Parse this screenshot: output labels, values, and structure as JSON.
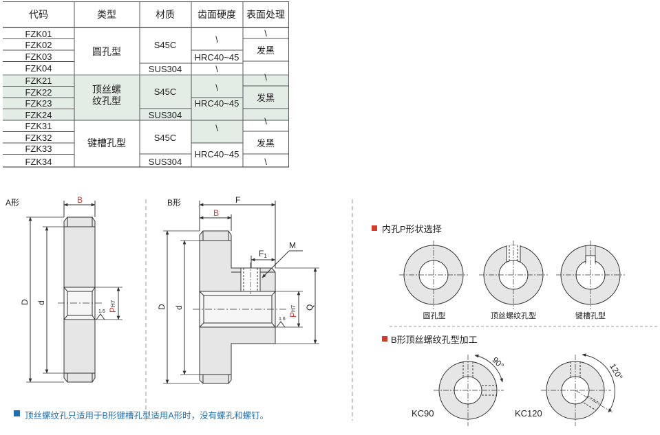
{
  "table": {
    "headers": [
      "代码",
      "类型",
      "材质",
      "齿面硬度",
      "表面处理"
    ],
    "codes": [
      "FZK01",
      "FZK02",
      "FZK03",
      "FZK04",
      "FZK21",
      "FZK22",
      "FZK23",
      "FZK24",
      "FZK31",
      "FZK32",
      "FZK33",
      "FZK34"
    ],
    "types": [
      "圆孔型",
      "顶丝螺",
      "纹孔型",
      "键槽孔型"
    ],
    "materials": [
      "S45C",
      "SUS304",
      "S45C",
      "SUS304",
      "S45C",
      "SUS304"
    ],
    "hardness": [
      "\\",
      "HRC40~45",
      "\\",
      "\\",
      "HRC40~45",
      "\\",
      "HRC40~45"
    ],
    "surface": [
      "\\",
      "发黑",
      "\\",
      "发黑",
      "\\",
      "发黑",
      "\\"
    ],
    "highlight_color": "#e4ece6"
  },
  "diagram_a": {
    "title": "A形",
    "labels": {
      "B": "B",
      "D": "D",
      "d": "d",
      "P": "P",
      "H7": "H7",
      "rough": "1.6"
    }
  },
  "diagram_b": {
    "title": "B形",
    "labels": {
      "F": "F",
      "B": "B",
      "F1": "F",
      "F1_sub": "1",
      "M": "M",
      "D": "D",
      "d": "d",
      "P": "P",
      "H7": "H7",
      "Q": "Q",
      "rough": "1.6"
    }
  },
  "note": "顶丝螺纹孔只适用于B形键槽孔型适用A形时，没有螺孔和螺钉。",
  "section1": {
    "title": "内孔P形状选择",
    "items": [
      "圆孔型",
      "顶丝螺纹孔型",
      "键槽孔型"
    ]
  },
  "section2": {
    "title": "B形顶丝螺纹孔型加工",
    "items": [
      "KC90",
      "KC120"
    ],
    "angles": [
      "90°",
      "120°"
    ]
  },
  "colors": {
    "accent_red": "#d43a2a",
    "note_blue": "#1f6fb2",
    "part_fill": "#e6e6e6",
    "line": "#333333"
  }
}
